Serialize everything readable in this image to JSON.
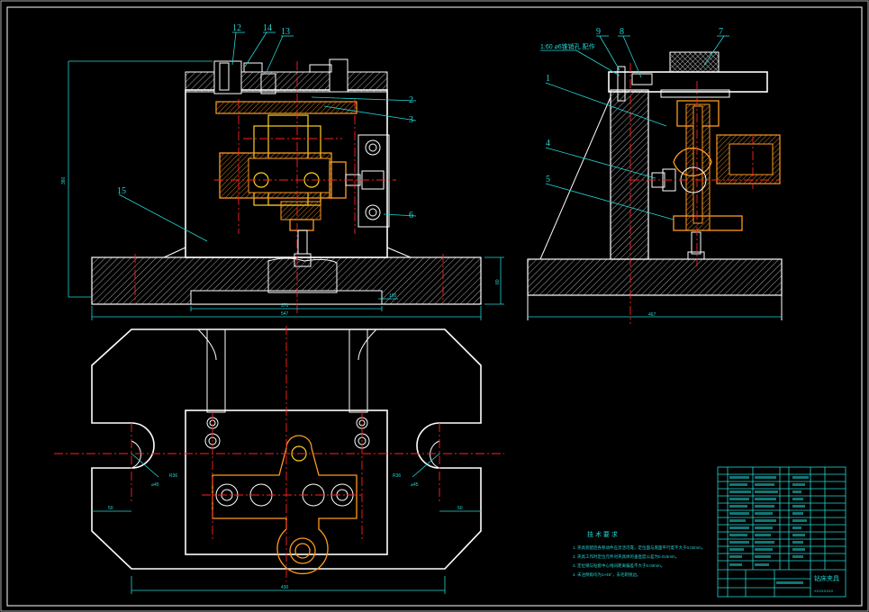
{
  "drawing": {
    "balloons": [
      "12",
      "14",
      "13",
      "2",
      "3",
      "6",
      "15",
      "9",
      "8",
      "7",
      "1",
      "4",
      "5"
    ],
    "section_note": "1:60 ⌀6锥销孔 配作",
    "dimensions": {
      "height_left": "380",
      "width_inner": "370",
      "width_total": "547",
      "base_right": "100",
      "base_height": "80",
      "side_width": "467",
      "plan_left_offset": "50",
      "plan_right_offset": "50",
      "plan_width": "430",
      "r_left": "R36",
      "r_right": "R36",
      "phi_left": "⌀45",
      "phi_right": "⌀45"
    },
    "tech_requirements": {
      "title": "技 术 要 求",
      "items": [
        "1. 夹具装配后各移动件应灵活可靠，定位面与底面平行度不大于0.02mm。",
        "2. 夹具工作时定位元件对夹具体的垂直度公差为0.015mm。",
        "3. 定位销与钻套中心线间距离偏差不大于0.03mm。",
        "4. 未注倒角均为1×45°，去毛刺锐边。"
      ]
    },
    "title_block": {
      "name": "钻床夹具",
      "drawing_no": "XXXXXXXX"
    }
  }
}
